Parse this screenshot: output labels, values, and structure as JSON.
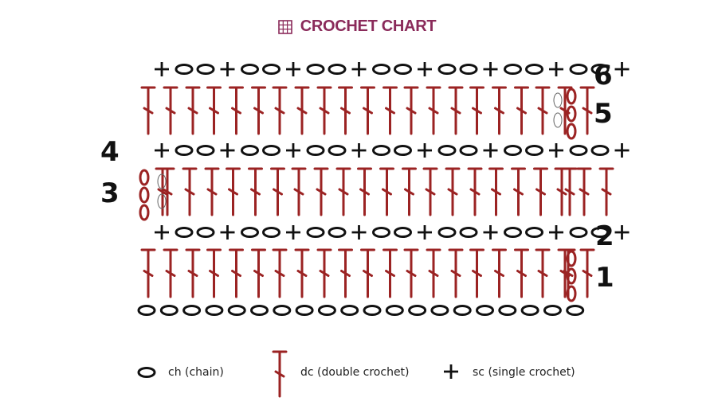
{
  "title": "CROCHET CHART",
  "colors": {
    "title": "#8a2a5a",
    "dc": "#9b2323",
    "ch_outline": "#9b2323",
    "ch_black": "#111111",
    "ch_ghost": "#666666",
    "sc": "#111111",
    "text": "#111111"
  },
  "rows": [
    {
      "number": "1",
      "side": "right",
      "pattern": "dc",
      "turning": "ch3"
    },
    {
      "number": "2",
      "side": "right",
      "pattern": "sc_ch"
    },
    {
      "number": "3",
      "side": "left",
      "pattern": "dc",
      "turning": "ch3"
    },
    {
      "number": "4",
      "side": "left",
      "pattern": "sc_ch"
    },
    {
      "number": "5",
      "side": "right",
      "pattern": "dc",
      "turning": "ch3"
    },
    {
      "number": "6",
      "side": "right",
      "pattern": "sc_ch"
    }
  ],
  "foundation_chain_count": 20,
  "sc_groups": 7,
  "dc_groups": 7,
  "dc_per_group": 3,
  "legend": [
    {
      "symbol": "ch",
      "label": "ch (chain)"
    },
    {
      "symbol": "dc",
      "label": "dc (double crochet)"
    },
    {
      "symbol": "sc",
      "label": "sc (single crochet)"
    }
  ]
}
